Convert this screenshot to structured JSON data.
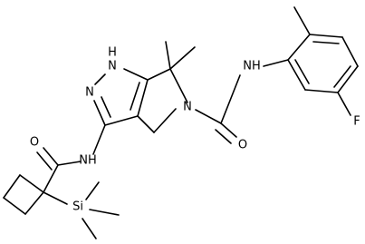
{
  "molecule": {
    "atom_labels": [
      {
        "id": "nh_pyrazole",
        "text": "N"
      },
      {
        "id": "h_pyrazole",
        "text": "H"
      },
      {
        "id": "n_pyrazole_2",
        "text": "N"
      },
      {
        "id": "n_pyrrolidine",
        "text": "N"
      },
      {
        "id": "nh_amide_top",
        "text": "NH"
      },
      {
        "id": "o_urea",
        "text": "O"
      },
      {
        "id": "f_aryl",
        "text": "F"
      },
      {
        "id": "nh_amide_bottom",
        "text": "NH"
      },
      {
        "id": "o_amide",
        "text": "O"
      },
      {
        "id": "si_tms",
        "text": "Si"
      }
    ]
  },
  "colors": {
    "bond": "#000000",
    "text": "#000000",
    "background": "#ffffff"
  }
}
